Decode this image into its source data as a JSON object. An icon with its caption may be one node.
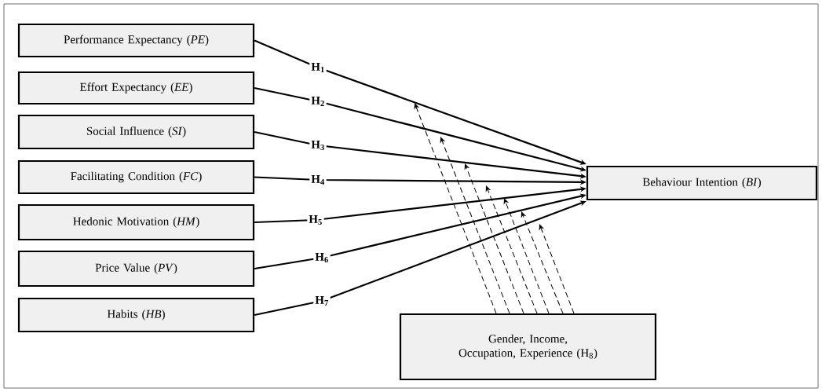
{
  "diagram": {
    "nodes": [
      {
        "text": [
          "Performance Expectancy (*PE*)"
        ]
      },
      {
        "text": [
          "Effort Expectancy (*EE*)"
        ]
      },
      {
        "text": [
          "Social Influence (*SI*)"
        ]
      },
      {
        "text": [
          "Facilitating Condition (*FC*)"
        ]
      },
      {
        "text": [
          "Hedonic Motivation (*HM*)"
        ]
      },
      {
        "text": [
          "Price Value (*PV*)"
        ]
      },
      {
        "text": [
          "Habits (*HB*)"
        ]
      },
      {
        "text": [
          "Behaviour Intention (*BI*)"
        ]
      },
      {
        "text": [
          "Gender, Income, Occupation, Experience (H$_{8}$)"
        ]
      }
    ],
    "edges": [
      {
        "from": 0,
        "to": 7,
        "arrow": "to",
        "label": "H$_{1}$"
      },
      {
        "from": 1,
        "to": 7,
        "arrow": "to",
        "label": "H$_{2}$"
      },
      {
        "from": 2,
        "to": 7,
        "arrow": "to",
        "label": "H$_{3}$"
      },
      {
        "from": 3,
        "to": 7,
        "arrow": "to",
        "label": "H$_{4}$"
      },
      {
        "from": 4,
        "to": 7,
        "arrow": "to",
        "label": "H$_{5}$"
      },
      {
        "from": 5,
        "to": 7,
        "arrow": "to",
        "label": "H$_{6}$"
      },
      {
        "from": 6,
        "to": 7,
        "arrow": "to",
        "label": "H$_{7}$"
      },
      {
        "from": 8,
        "to": null,
        "arrow": "to",
        "style": "dashed"
      },
      {
        "from": 8,
        "to": null,
        "arrow": "to",
        "style": "dashed"
      },
      {
        "from": 8,
        "to": null,
        "arrow": "to",
        "style": "dashed"
      },
      {
        "from": 8,
        "to": null,
        "arrow": "to",
        "style": "dashed"
      },
      {
        "from": 8,
        "to": null,
        "arrow": "to",
        "style": "dashed"
      },
      {
        "from": 8,
        "to": null,
        "arrow": "to",
        "style": "dashed"
      },
      {
        "from": 8,
        "to": null,
        "arrow": "to",
        "style": "dashed"
      }
    ]
  }
}
